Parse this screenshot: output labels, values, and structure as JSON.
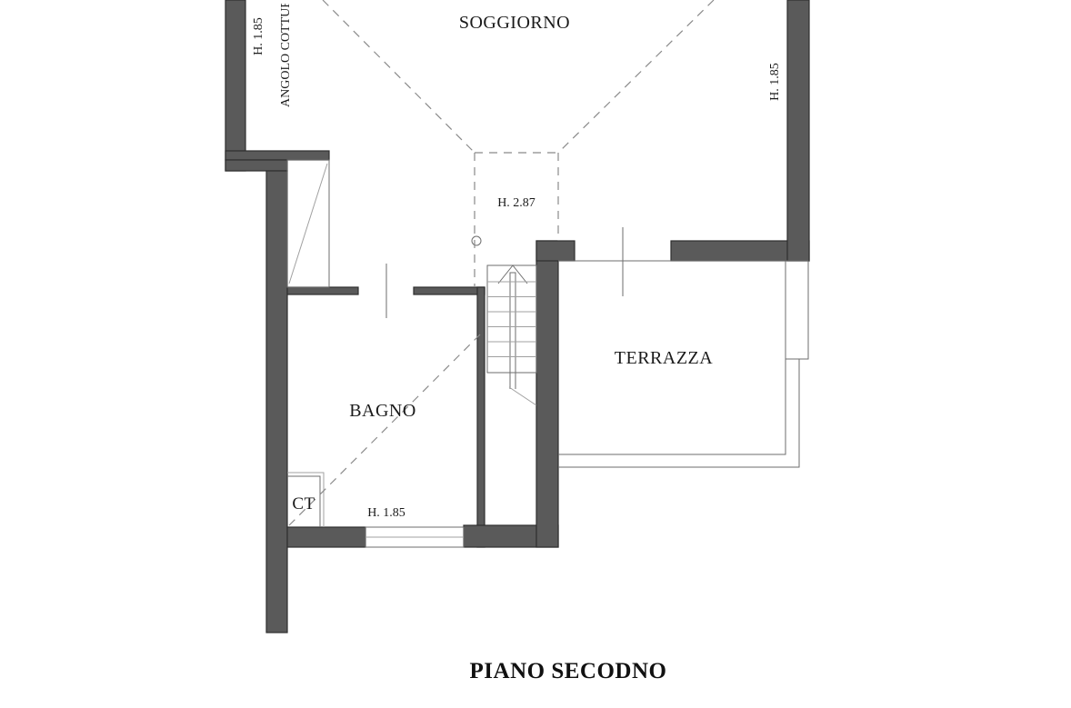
{
  "plan": {
    "title": "PIANO SECODNO",
    "rooms": {
      "soggiorno": "SOGGIORNO",
      "terrazza": "TERRAZZA",
      "bagno": "BAGNO",
      "ct": "CT"
    },
    "heights": {
      "angolo_left": "H. 1.85",
      "angolo_cottura": "ANGOLO COTTURA",
      "soggiorno_right": "H. 1.85",
      "center": "H. 2.87",
      "bagno": "H. 1.85"
    }
  }
}
